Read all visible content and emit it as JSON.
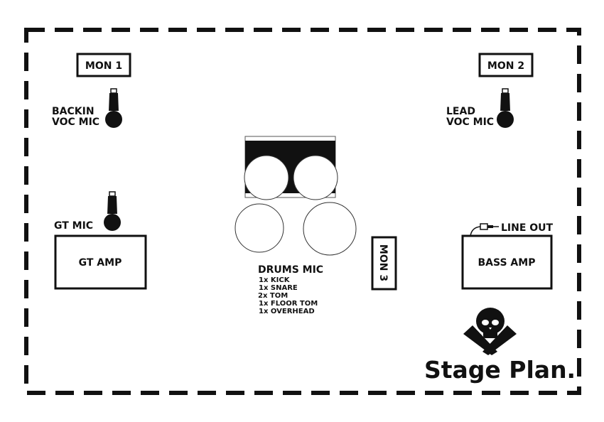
{
  "monitors": {
    "mon1": "MON 1",
    "mon2": "MON 2",
    "mon3": "MON 3"
  },
  "mics": {
    "backing_line1": "BACKIN",
    "backing_line2": "VOC MIC",
    "lead_line1": "LEAD",
    "lead_line2": "VOC MIC",
    "guitar": "GT MIC"
  },
  "amps": {
    "guitar": "GT AMP",
    "bass": "BASS AMP",
    "line_out": "LINE OUT"
  },
  "drums": {
    "heading": "DRUMS MIC",
    "items": [
      "1x KICK",
      "1x SNARE",
      "2x TOM",
      "1x FLOOR TOM",
      "1x OVERHEAD"
    ]
  },
  "title": "Stage Plan.",
  "icons": [
    "microphone-icon",
    "skull-crossed-brushes-icon",
    "jack-cable-icon"
  ]
}
